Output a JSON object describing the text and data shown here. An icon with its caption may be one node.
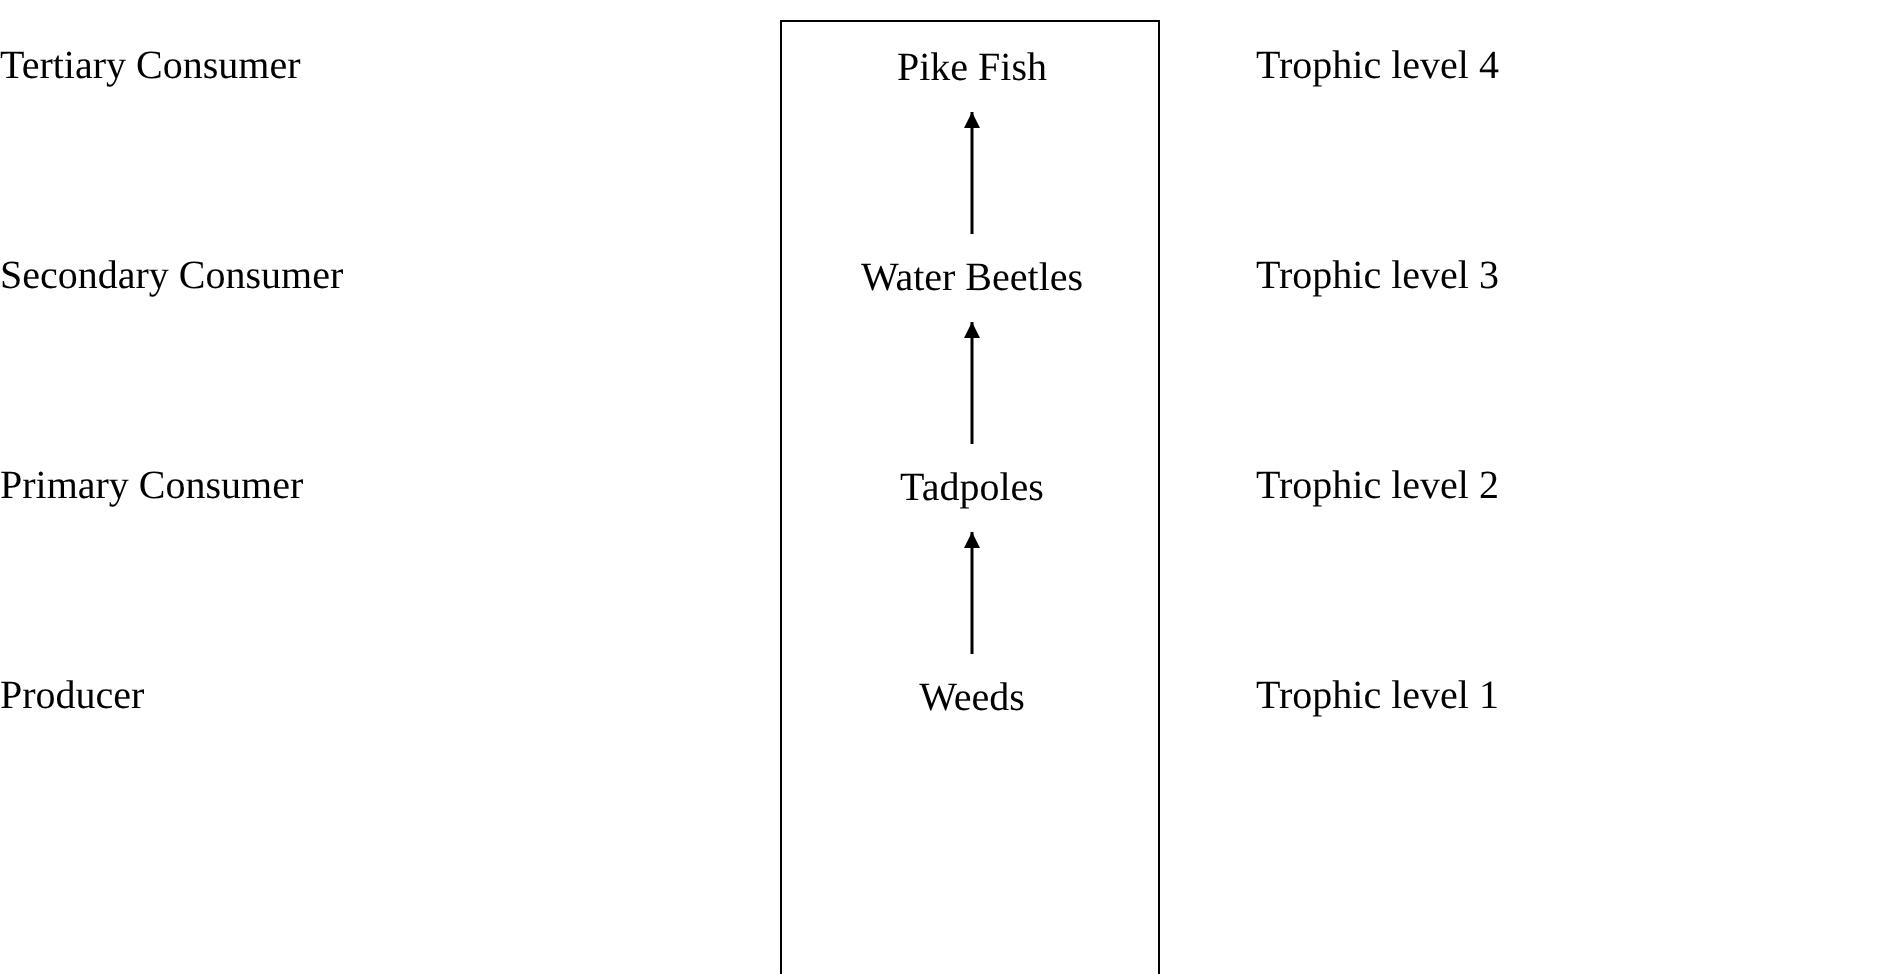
{
  "diagram": {
    "nodes": [
      {
        "text": [],
        "shape": "box"
      },
      {
        "text": [
          "Pike Fish"
        ],
        "in": 0
      },
      {
        "text": [
          "Water Beetles"
        ],
        "in": 0
      },
      {
        "text": [
          "Tadpoles"
        ],
        "in": 0
      },
      {
        "text": [
          "Weeds"
        ],
        "in": 0
      }
    ],
    "edges": [
      {
        "from": 4,
        "to": 3,
        "arrow": "to"
      },
      {
        "from": 3,
        "to": 2,
        "arrow": "to"
      },
      {
        "from": 2,
        "to": 1,
        "arrow": "to"
      }
    ],
    "labels": [
      "Tertiary Consumer",
      "Trophic level 4",
      "Secondary Consumer",
      "Trophic level 3",
      "Primary Consumer",
      "Trophic level 2",
      "Producer",
      "Trophic level 1"
    ]
  }
}
